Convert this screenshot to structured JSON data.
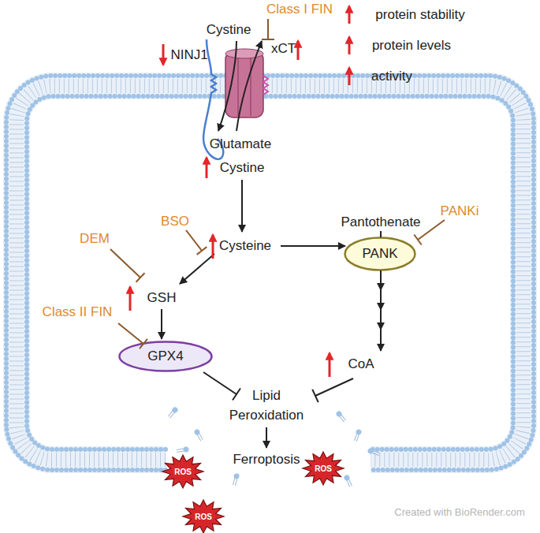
{
  "diagram": {
    "nodes": [
      {
        "text": [
          "xCT"
        ]
      },
      {
        "text": [
          "PANK"
        ]
      },
      {
        "text": [
          "GPX4"
        ]
      },
      {
        "text": [
          "ROS"
        ]
      },
      {
        "text": [
          "ROS"
        ]
      },
      {
        "text": [
          "ROS"
        ]
      }
    ],
    "labels": [
      "Class I FIN",
      "protein stability",
      "Cystine",
      "protein levels",
      "NINJ1",
      "activity",
      "Glutamate",
      "Cystine",
      "PANKi",
      "BSO",
      "Pantothenate",
      "DEM",
      "Cysteine",
      "GSH",
      "Class II FIN",
      "CoA",
      "Lipid Peroxidation",
      "Ferroptosis",
      "Created with BioRender.com"
    ]
  }
}
